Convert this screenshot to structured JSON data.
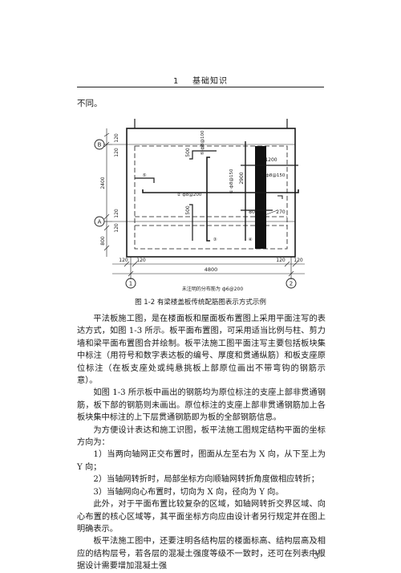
{
  "header": {
    "chapter": "1",
    "title": "基础知识"
  },
  "intro_text": "不同。",
  "drawing": {
    "axis_labels": {
      "B": "B",
      "A": "A",
      "one": "1",
      "two": "2"
    },
    "dims": {
      "v120a": "120",
      "v120b": "120",
      "v2400": "2400",
      "v120c": "120",
      "v120d": "120",
      "v800": "800",
      "h120a": "120",
      "h120b": "120",
      "h4800": "4800",
      "h120c": "120",
      "h120d": "120",
      "d500a": "500",
      "d500b": "500",
      "d1200": "1200",
      "d2900": "2900",
      "d80": "80",
      "d270": "270"
    },
    "rebar": {
      "r1": "⑤ ф8@100",
      "r2": "① ф8@150",
      "r3": "⑤ ф8@150",
      "r4": "② ф8@200",
      "circ5": "⑤",
      "circ3": "③",
      "circ4": "④"
    },
    "note": "未注明的分布筋为 ф6@200"
  },
  "caption": "图 1-2    有梁楼盖板传统配筋图表示方式示例",
  "paragraphs": [
    "平法板施工图，是在楼面板和屋面板布置图上采用平面注写的表达方式，如图 1-3 所示。板平面布置图，可采用适当比例与柱、剪力墙和梁平面布置图合并绘制。板平法施工图平面注写主要包括板块集中标注（用符号和数字表达板的编号、厚度和贯通纵筋）和板支座原位标注（在板支座处或纯悬挑板上部原位画出不带弯钩的钢筋示意）。",
    "如图 1-3 所示板中画出的钢筋均为原位标注的支座上部非贯通钢筋，板下部的钢筋则未画出。原位标注的支座上部非贯通钢筋加上各板块集中标注的上下层贯通钢筋即为板的全部钢筋信息。",
    "为方便设计表达和施工识图，板平法施工图规定结构平面的坐标方向为：",
    "1）当两向轴网正交布置时，图面从左至右为 X 向，从下至上为 Y 向；",
    "2）当轴网转折时，局部坐标方向顺轴网转折角度做相应转折；",
    "3）当轴网向心布置时，切向为 X 向，径向为 Y 向。",
    "此外，对于平面布置比较复杂的区域，如轴网转折交界区域、向心布置的核心区域等，其平面坐标方向应由设计者另行规定并在图上明确表示。",
    "板平法施工图中，还要注明各结构层的楼面标高、结构层高及相应的结构层号，若各层的混凝土强度等级不一致时，还可在列表中根据设计需要增加混凝土强"
  ],
  "page_number": "· 3 ·"
}
